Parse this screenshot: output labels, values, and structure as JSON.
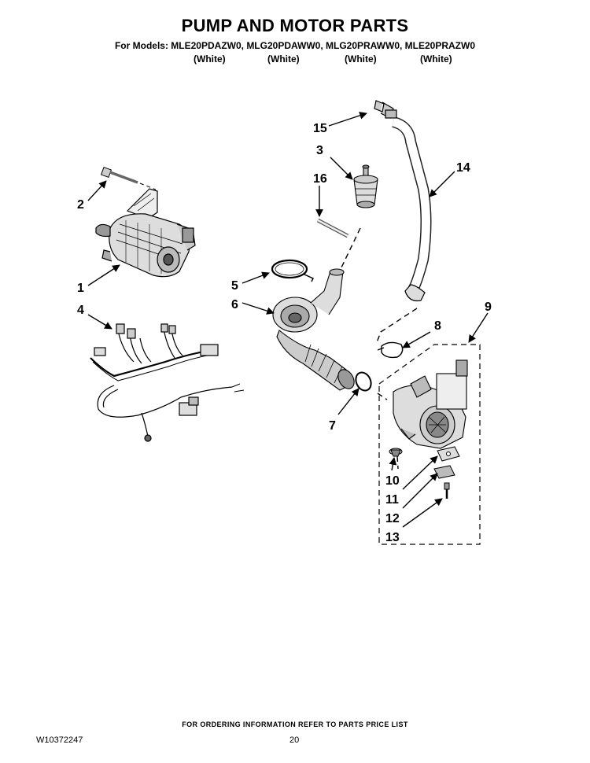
{
  "header": {
    "title": "PUMP AND MOTOR PARTS",
    "models_line": "For Models: MLE20PDAZW0, MLG20PDAWW0, MLG20PRAWW0, MLE20PRAZW0",
    "colors": [
      "(White)",
      "(White)",
      "(White)",
      "(White)"
    ]
  },
  "callouts": [
    "1",
    "2",
    "3",
    "4",
    "5",
    "6",
    "7",
    "8",
    "9",
    "10",
    "11",
    "12",
    "13",
    "14",
    "15",
    "16"
  ],
  "footer": {
    "ordering_note": "FOR ORDERING INFORMATION REFER TO PARTS PRICE LIST",
    "document_number": "W10372247",
    "page_number": "20"
  }
}
